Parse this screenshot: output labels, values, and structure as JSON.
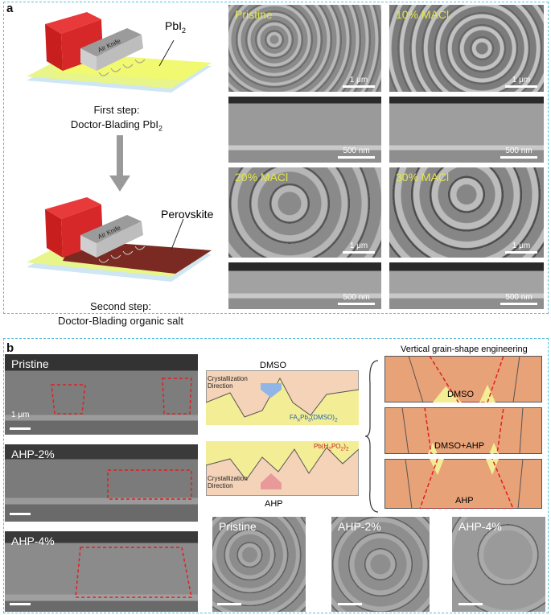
{
  "panel_a": {
    "label": "a",
    "schematic": {
      "step1_material": "PbI",
      "step1_material_sub": "2",
      "air_knife_label": "Air Knife",
      "step1_caption_l1": "First step:",
      "step1_caption_l2": "Doctor-Blading PbI",
      "step1_caption_sub": "2",
      "step2_material": "Perovskite",
      "step2_caption_l1": "Second step:",
      "step2_caption_l2": "Doctor-Blading organic salt"
    },
    "sem_top": [
      {
        "label": "Pristine",
        "scale": "1 μm"
      },
      {
        "label": "10% MACl",
        "scale": "1 μm"
      },
      {
        "label": "20% MACl",
        "scale": "1 μm"
      },
      {
        "label": "30% MACl",
        "scale": "1 μm"
      }
    ],
    "sem_cross_scale": "500 nm"
  },
  "panel_b": {
    "label": "b",
    "cross_sections": [
      {
        "label": "Pristine",
        "scale": "1 μm"
      },
      {
        "label": "AHP-2%"
      },
      {
        "label": "AHP-4%"
      }
    ],
    "diagram_top": {
      "arrow_label": "DMSO",
      "direction_l1": "Crystallization",
      "direction_l2": "Direction",
      "species": "FA",
      "species_rest": "Pb",
      "species_tail": "(DMSO)"
    },
    "diagram_bottom": {
      "arrow_label": "AHP",
      "direction_l1": "Crystallization",
      "direction_l2": "Direction",
      "species": "Pb(H",
      "species_tail": "PO"
    },
    "engineering_title": "Vertical grain-shape engineering",
    "engineering_panels": [
      "DMSO",
      "DMSO+AHP",
      "AHP"
    ],
    "top_views": [
      "Pristine",
      "AHP-2%",
      "AHP-4%"
    ]
  }
}
